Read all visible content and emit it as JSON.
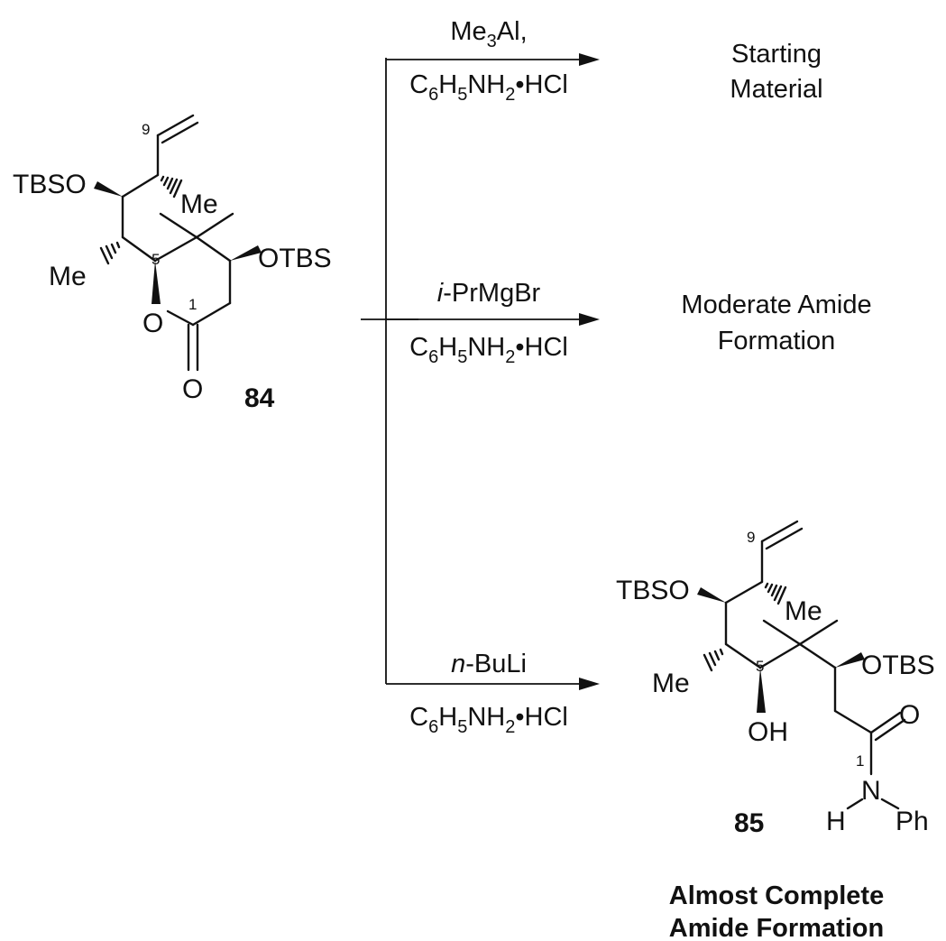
{
  "colors": {
    "ink": "#111111",
    "background": "#ffffff"
  },
  "compounds": {
    "start": {
      "label": "84",
      "atoms": {
        "tbso": "TBSO",
        "me_top": "Me",
        "me_left": "Me",
        "otbs": "OTBS",
        "ring_o": "O",
        "carbonyl_o": "O"
      },
      "numbers": {
        "c9": "9",
        "c5": "5",
        "c1": "1"
      }
    },
    "product": {
      "label": "85",
      "atoms": {
        "tbso": "TBSO",
        "me_top": "Me",
        "me_left": "Me",
        "otbs": "OTBS",
        "oh": "OH",
        "carbonyl_o": "O",
        "n": "N",
        "h": "H",
        "ph": "Ph"
      },
      "numbers": {
        "c9": "9",
        "c5": "5",
        "c1": "1"
      }
    }
  },
  "conditions": [
    {
      "reagent_parts": [
        {
          "text": "Me"
        },
        {
          "text": "3",
          "sub": true
        },
        {
          "text": "Al,"
        }
      ],
      "additive_parts": [
        {
          "text": "C"
        },
        {
          "text": "6",
          "sub": true
        },
        {
          "text": "H"
        },
        {
          "text": "5",
          "sub": true
        },
        {
          "text": "NH"
        },
        {
          "text": "2",
          "sub": true
        },
        {
          "text": "•HCl"
        }
      ],
      "result_lines": [
        "Starting",
        "Material"
      ],
      "result_bold": false
    },
    {
      "reagent_parts": [
        {
          "text": "i",
          "italic": true
        },
        {
          "text": "-PrMgBr"
        }
      ],
      "additive_parts": [
        {
          "text": "C"
        },
        {
          "text": "6",
          "sub": true
        },
        {
          "text": "H"
        },
        {
          "text": "5",
          "sub": true
        },
        {
          "text": "NH"
        },
        {
          "text": "2",
          "sub": true
        },
        {
          "text": "•HCl"
        }
      ],
      "result_lines": [
        "Moderate Amide",
        "Formation"
      ],
      "result_bold": false
    },
    {
      "reagent_parts": [
        {
          "text": "n",
          "italic": true
        },
        {
          "text": "-BuLi"
        }
      ],
      "additive_parts": [
        {
          "text": "C"
        },
        {
          "text": "6",
          "sub": true
        },
        {
          "text": "H"
        },
        {
          "text": "5",
          "sub": true
        },
        {
          "text": "NH"
        },
        {
          "text": "2",
          "sub": true
        },
        {
          "text": "•HCl"
        }
      ],
      "result_lines": [
        "Almost Complete",
        "Amide Formation"
      ],
      "result_bold": true
    }
  ]
}
